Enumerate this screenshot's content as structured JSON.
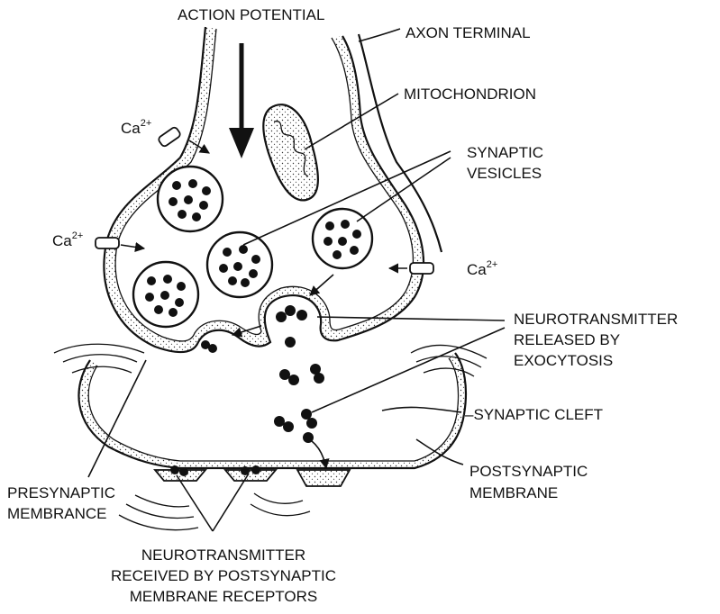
{
  "labels": {
    "action_potential": "ACTION POTENTIAL",
    "axon_terminal": "AXON TERMINAL",
    "mitochondrion": "MITOCHONDRION",
    "synaptic_vesicles_1": "SYNAPTIC",
    "synaptic_vesicles_2": "VESICLES",
    "neurotransmitter_released_1": "NEUROTRANSMITTER",
    "neurotransmitter_released_2": "RELEASED BY",
    "neurotransmitter_released_3": "EXOCYTOSIS",
    "synaptic_cleft": "–SYNAPTIC CLEFT",
    "postsynaptic_membrane_1": "POSTSYNAPTIC",
    "postsynaptic_membrane_2": "MEMBRANE",
    "presynaptic_membrane_1": "PRESYNAPTIC",
    "presynaptic_membrane_2": "MEMBRANCE",
    "neurotransmitter_received_1": "NEUROTRANSMITTER",
    "neurotransmitter_received_2": "RECEIVED BY POSTSYNAPTIC",
    "neurotransmitter_received_3": "MEMBRANE RECEPTORS"
  },
  "calcium": {
    "base": "Ca",
    "charge": "2+"
  },
  "colors": {
    "ink": "#111111",
    "background": "#ffffff"
  }
}
